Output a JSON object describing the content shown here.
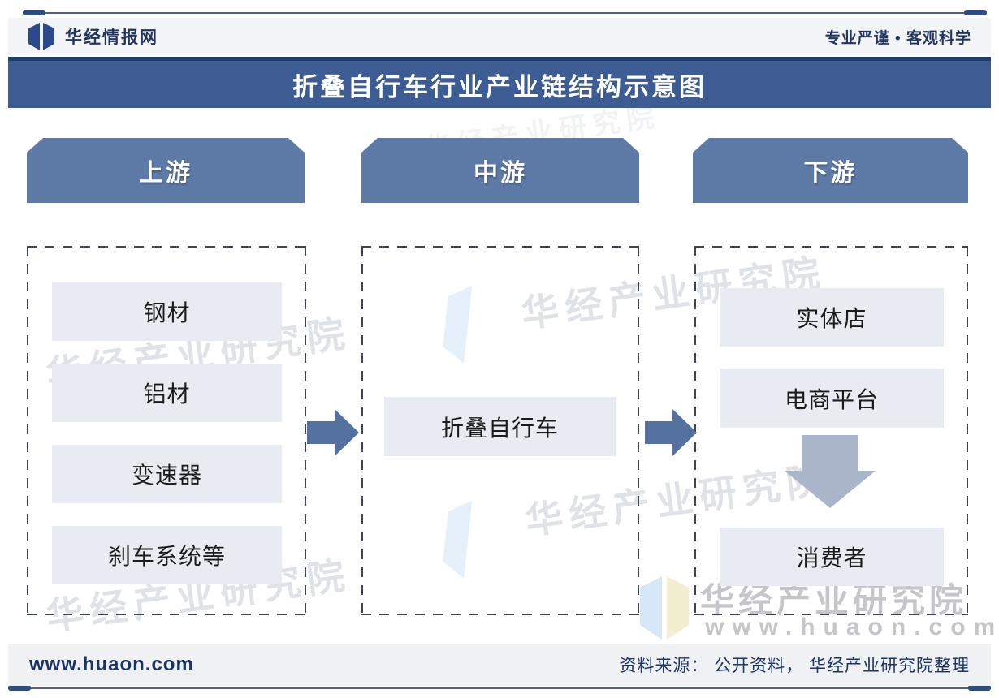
{
  "brand_bar": {
    "logo_text": "华经情报网",
    "tagline": "专业严谨 • 客观科学"
  },
  "title": "折叠自行车行业产业链结构示意图",
  "diagram": {
    "columns": [
      {
        "header": "上游",
        "items": [
          "钢材",
          "铝材",
          "变速器",
          "刹车系统等"
        ]
      },
      {
        "header": "中游",
        "items": [
          "折叠自行车"
        ]
      },
      {
        "header": "下游",
        "items": [
          "实体店",
          "电商平台",
          "消费者"
        ]
      }
    ]
  },
  "watermarks": {
    "brand": "华经产业研究院",
    "site": "www.huaon.com"
  },
  "footer": {
    "site": "www.huaon.com",
    "source": "资料来源： 公开资料， 华经产业研究院整理"
  },
  "colors": {
    "title_bar": "#3c5c93",
    "title_bar_edge": "#203d6d",
    "column_header": "#5e7ba8",
    "flow_arrow": "#54719f",
    "down_arrow": "#a9b5c9",
    "item_bg": "#e8ebf1",
    "navy_text": "#1b3467",
    "strip_bg": "#f3f4f6",
    "dashed_border": "#3c4454",
    "watermark_gray": "#c6c6ca"
  }
}
